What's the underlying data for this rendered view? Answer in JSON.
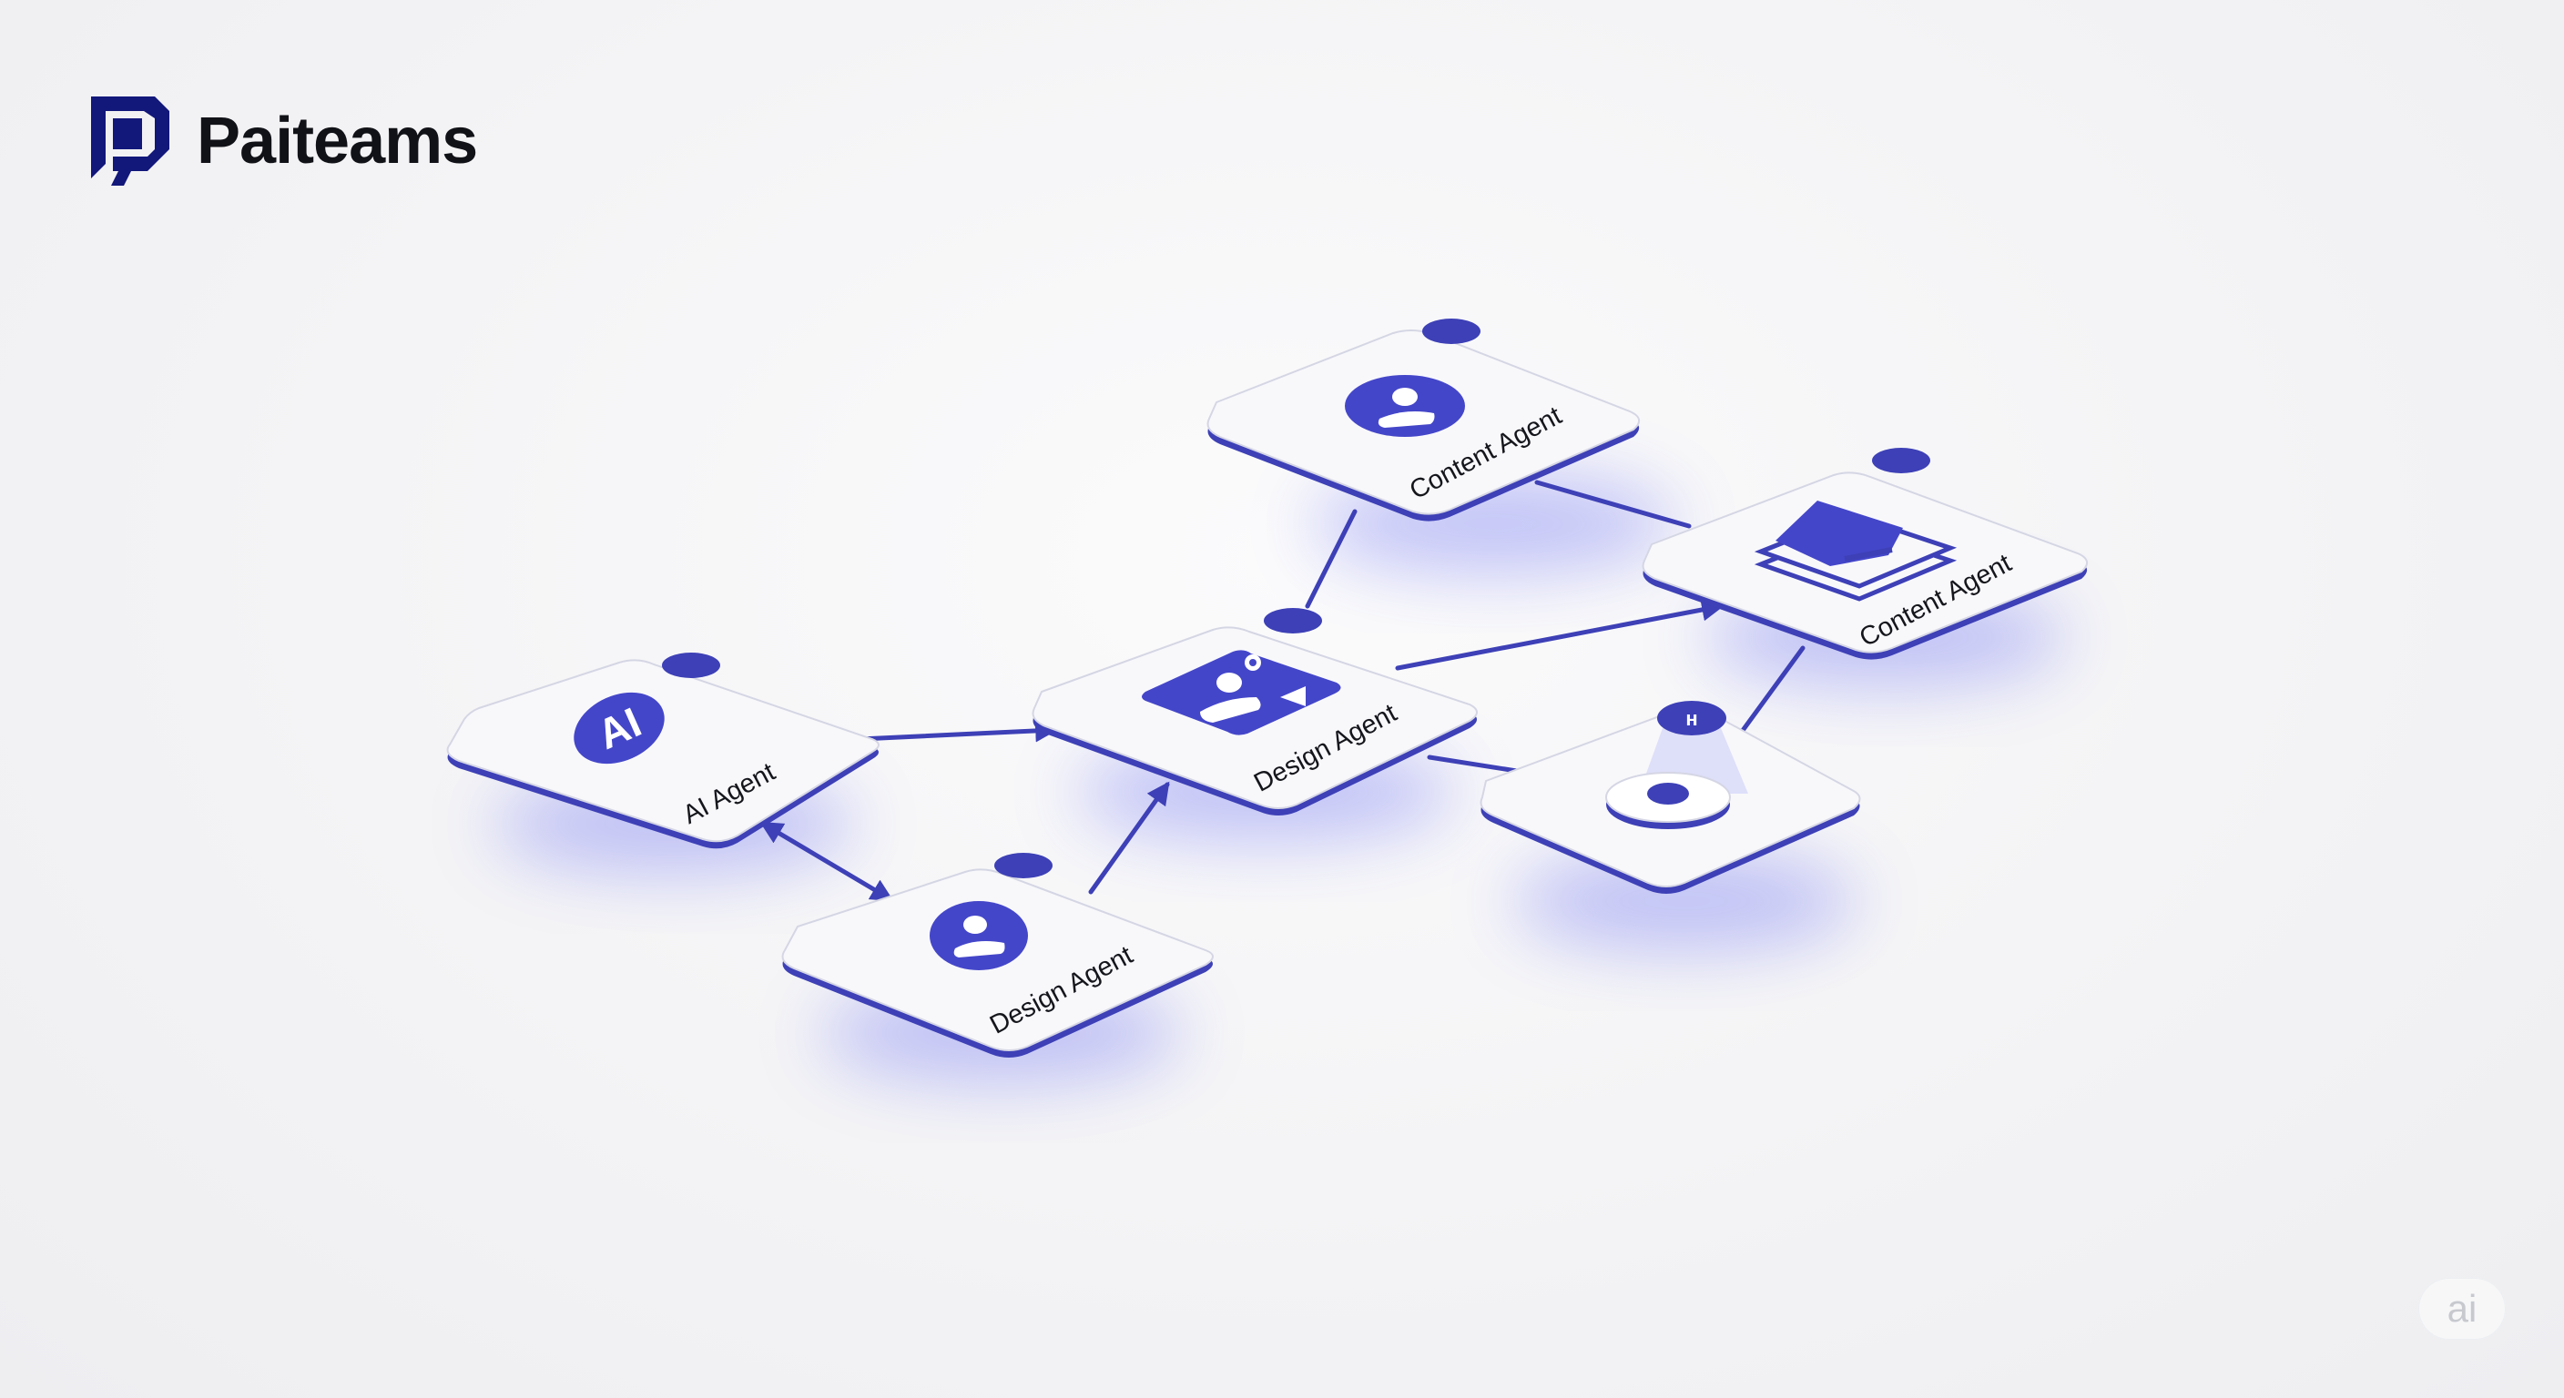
{
  "brand": {
    "name": "Paiteams",
    "logo_icon": "paiteams-logo-icon",
    "logo_color": "#12177a"
  },
  "colors": {
    "accent": "#4446c9",
    "edge": "#3d40b6",
    "card_fill": "#f8f8fb",
    "label": "#15161c"
  },
  "nodes": [
    {
      "id": "ai-agent",
      "label": "AI Agent",
      "icon": "ai-badge-icon",
      "badge_text": "AI"
    },
    {
      "id": "design-agent-bottom",
      "label": "Design Agent",
      "icon": "user-avatar-icon"
    },
    {
      "id": "design-agent-center",
      "label": "Design Agent",
      "icon": "user-gear-card-icon"
    },
    {
      "id": "content-agent-top",
      "label": "Content Agent",
      "icon": "user-avatar-icon"
    },
    {
      "id": "content-agent-right",
      "label": "Content Agent",
      "icon": "stacked-layers-icon"
    },
    {
      "id": "hub-node",
      "label": "",
      "icon": "projector-beacon-icon"
    }
  ],
  "edges": [
    {
      "from": "ai-agent",
      "to": "design-agent-center",
      "direction": "forward"
    },
    {
      "from": "ai-agent",
      "to": "design-agent-bottom",
      "direction": "bidirectional"
    },
    {
      "from": "design-agent-bottom",
      "to": "design-agent-center",
      "direction": "forward"
    },
    {
      "from": "design-agent-center",
      "to": "content-agent-top",
      "direction": "none"
    },
    {
      "from": "design-agent-center",
      "to": "content-agent-right",
      "direction": "forward"
    },
    {
      "from": "content-agent-top",
      "to": "content-agent-right",
      "direction": "none"
    },
    {
      "from": "design-agent-center",
      "to": "hub-node",
      "direction": "none"
    },
    {
      "from": "hub-node",
      "to": "content-agent-right",
      "direction": "none"
    }
  ],
  "watermark": {
    "text": "ai"
  }
}
